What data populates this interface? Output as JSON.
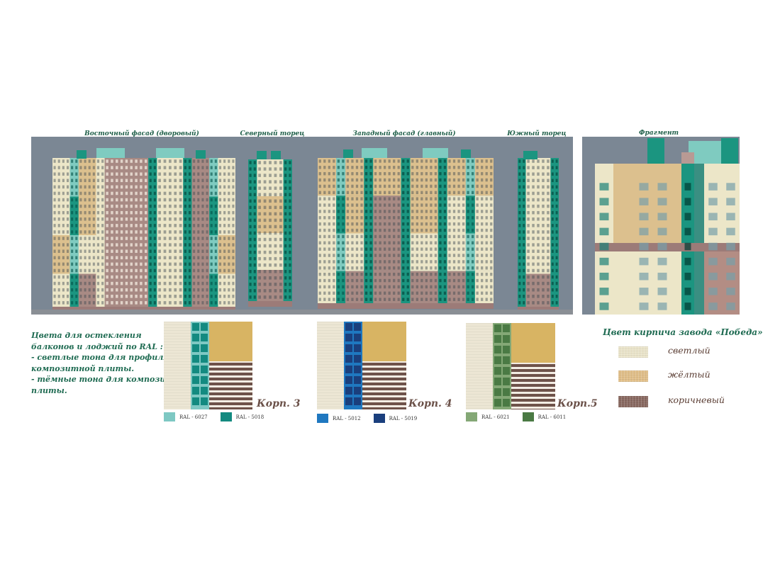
{
  "facades": {
    "east": "Восточный фасад (дворовый)",
    "north": "Северный торец",
    "west": "Западный  фасад  (главный)",
    "south": "Южный торец",
    "fragment": "Фрагмент"
  },
  "note_lines": [
    "Цвета для остекления",
    "балконов и лоджий по RAL :",
    "- светлые тона для профиля и",
    " композитной плиты.",
    "- тёмные тона для композитной",
    " плиты."
  ],
  "swatches": [
    {
      "korp": "Корп. 3",
      "light_label": "RAL - 6027",
      "light_color": "#7ec8c3",
      "dark_label": "RAL - 5018",
      "dark_color": "#138a80"
    },
    {
      "korp": "Корп. 4",
      "light_label": "RAL - 5012",
      "light_color": "#1f78c0",
      "dark_label": "RAL - 5019",
      "dark_color": "#1a3f7d"
    },
    {
      "korp": "Корп.5",
      "light_label": "RAL - 6021",
      "light_color": "#84a876",
      "dark_label": "RAL - 6011",
      "dark_color": "#4a7a44"
    }
  ],
  "brick": {
    "title": "Цвет  кирпича  завода «Победа»",
    "items": [
      {
        "label": "светлый",
        "color": "#ece6cc"
      },
      {
        "label": "жёлтый",
        "color": "#e2c08a"
      },
      {
        "label": "коричневый",
        "color": "#8a6a62"
      }
    ]
  },
  "colors": {
    "panel_bg": "#7b8794",
    "cream": "#ece6c8",
    "beige": "#dcc08e",
    "brown": "#a88a84",
    "teal": "#1b9580",
    "teal_light": "#7fcbc0"
  }
}
